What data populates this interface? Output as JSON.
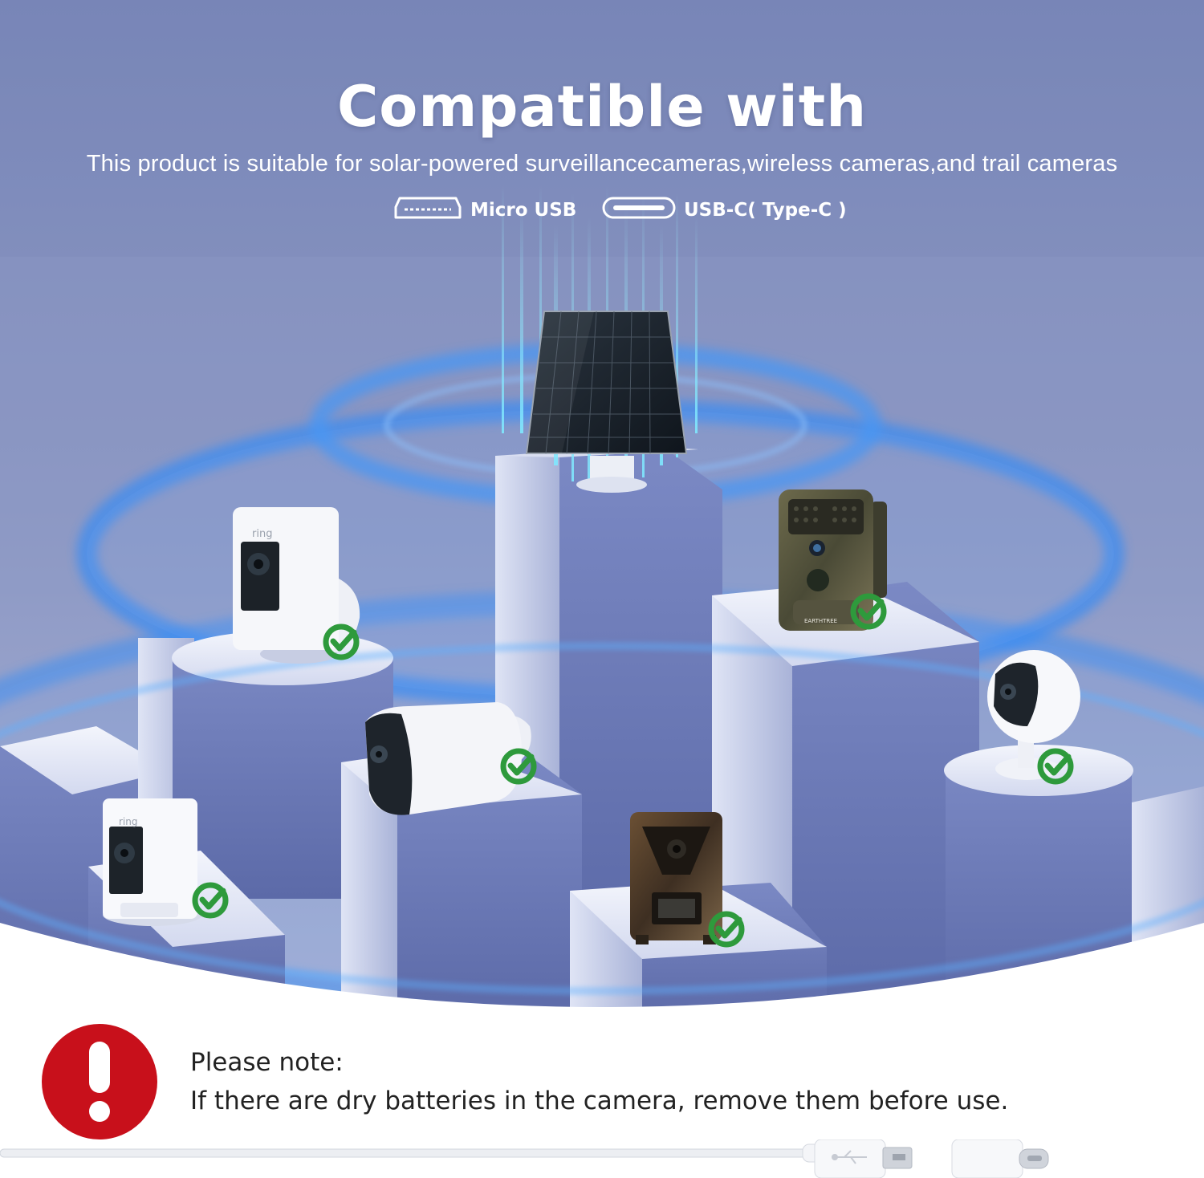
{
  "header": {
    "title": "Compatible with",
    "subtitle": "This product is suitable for solar-powered surveillancecameras,wireless cameras,and trail cameras"
  },
  "ports": [
    {
      "label": "Micro USB",
      "icon": "micro-usb-icon"
    },
    {
      "label": "USB-C( Type-C )",
      "icon": "usb-c-icon"
    }
  ],
  "devices": [
    {
      "logo": "ring"
    },
    {
      "logo": "ring"
    },
    {
      "logo": "EARTHTREE"
    }
  ],
  "note": {
    "title": "Please note:",
    "text": "If there are dry batteries in the camera, remove them before use."
  },
  "colors": {
    "background": "#8b98c4",
    "check": "#2e9a3c",
    "warning": "#c8101b",
    "ring_glow": "#3f8ff0"
  }
}
